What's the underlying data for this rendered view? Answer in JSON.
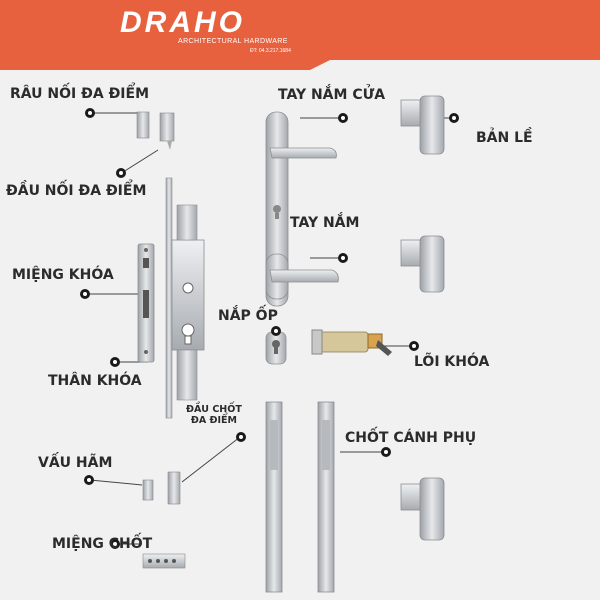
{
  "header": {
    "brand": "DRAHO",
    "tagline": "ARCHITECTURAL HARDWARE",
    "phone": "ĐT: 04.3.217.1684",
    "color": "#e8613f"
  },
  "labels": {
    "rau_noi": "RÂU NỐI ĐA ĐIỂM",
    "dau_noi": "ĐẦU NỐI ĐA ĐIỂM",
    "mieng_khoa": "MIỆNG KHÓA",
    "than_khoa": "THÂN KHÓA",
    "dau_chot_line1": "ĐẦU CHỐT",
    "dau_chot_line2": "ĐA ĐIỂM",
    "vau_ham": "VẤU HÃM",
    "mieng_chot": "MIỆNG CHỐT",
    "tay_nam_cua": "TAY NẮM CỬA",
    "tay_nam": "TAY NẮM",
    "nap_op": "NẮP ỐP",
    "loi_khoa": "LÕI KHÓA",
    "chot_canh_phu": "CHỐT CÁNH PHỤ",
    "ban_le": "BẢN LỀ"
  }
}
